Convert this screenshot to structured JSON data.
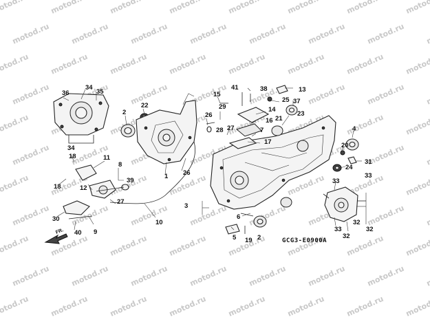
{
  "diagram": {
    "watermark_text": "motod.ru",
    "code": "GCG3-E0900A",
    "direction_label": "FR.",
    "callouts": [
      "1",
      "2",
      "2",
      "3",
      "4",
      "5",
      "6",
      "7",
      "8",
      "9",
      "10",
      "11",
      "12",
      "13",
      "14",
      "15",
      "16",
      "17",
      "18",
      "18",
      "19",
      "20",
      "21",
      "22",
      "23",
      "24",
      "25",
      "26",
      "26",
      "27",
      "27",
      "28",
      "29",
      "30",
      "31",
      "32",
      "32",
      "32",
      "33",
      "33",
      "33",
      "34",
      "34",
      "35",
      "36",
      "37",
      "38",
      "39",
      "40",
      "41"
    ]
  }
}
